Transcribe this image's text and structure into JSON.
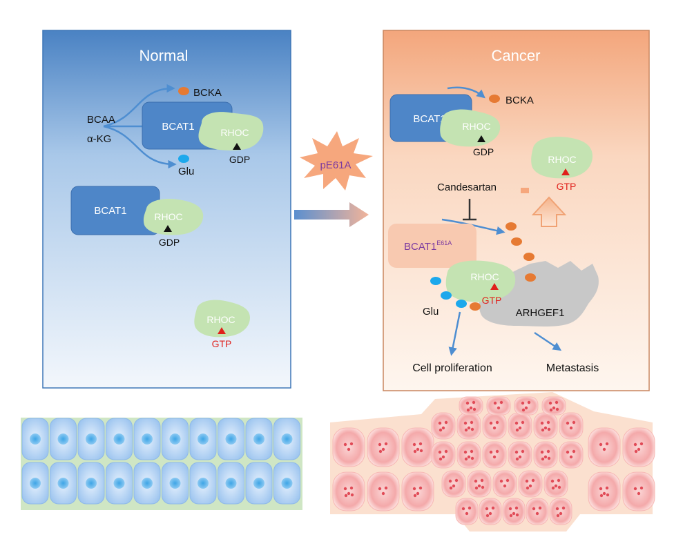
{
  "panels": {
    "normal": {
      "title": "Normal",
      "bcaa": "BCAA",
      "akg": "α-KG",
      "bcka": "BCKA",
      "glu": "Glu",
      "enzyme_top": "BCAT1",
      "rhoc_top": "RHOC",
      "gdp_top": "GDP",
      "enzyme_mid": "BCAT1",
      "rhoc_mid": "RHOC",
      "gdp_mid": "GDP",
      "rhoc_free": "RHOC",
      "gtp_free": "GTP"
    },
    "cancer": {
      "title": "Cancer",
      "bcka": "BCKA",
      "enzyme_top": "BCAT1",
      "rhoc_top": "RHOC",
      "gdp_top": "GDP",
      "rhoc_free": "RHOC",
      "gtp_free": "GTP",
      "inhibitor": "Candesartan",
      "mutant_base": "BCAT1",
      "mutant_sup": "E61A",
      "rhoc_bound": "RHOC",
      "gtp_bound": "GTP",
      "glu": "Glu",
      "gef": "ARHGEF1",
      "outcome_1": "Cell proliferation",
      "outcome_2": "Metastasis"
    }
  },
  "transition": {
    "mutation": "pE61A"
  },
  "colors": {
    "normal_bg_top": "#4f86c6",
    "normal_bg_bottom": "#eef4fb",
    "cancer_bg_top": "#f2a77f",
    "cancer_bg_bottom": "#fdf3ea",
    "bcat1": "#4e86c8",
    "rhoc": "#c4e3b2",
    "mutant": "#f8c9b0",
    "arhgef1": "#c8c8c8",
    "arrow_blue": "#4e8ed1",
    "bcka_dot": "#e67a33",
    "glu_dot": "#1ca8ec",
    "gtp_red": "#e0201b",
    "starburst": "#f6a77d",
    "mutation_text": "#7b3aa0"
  }
}
